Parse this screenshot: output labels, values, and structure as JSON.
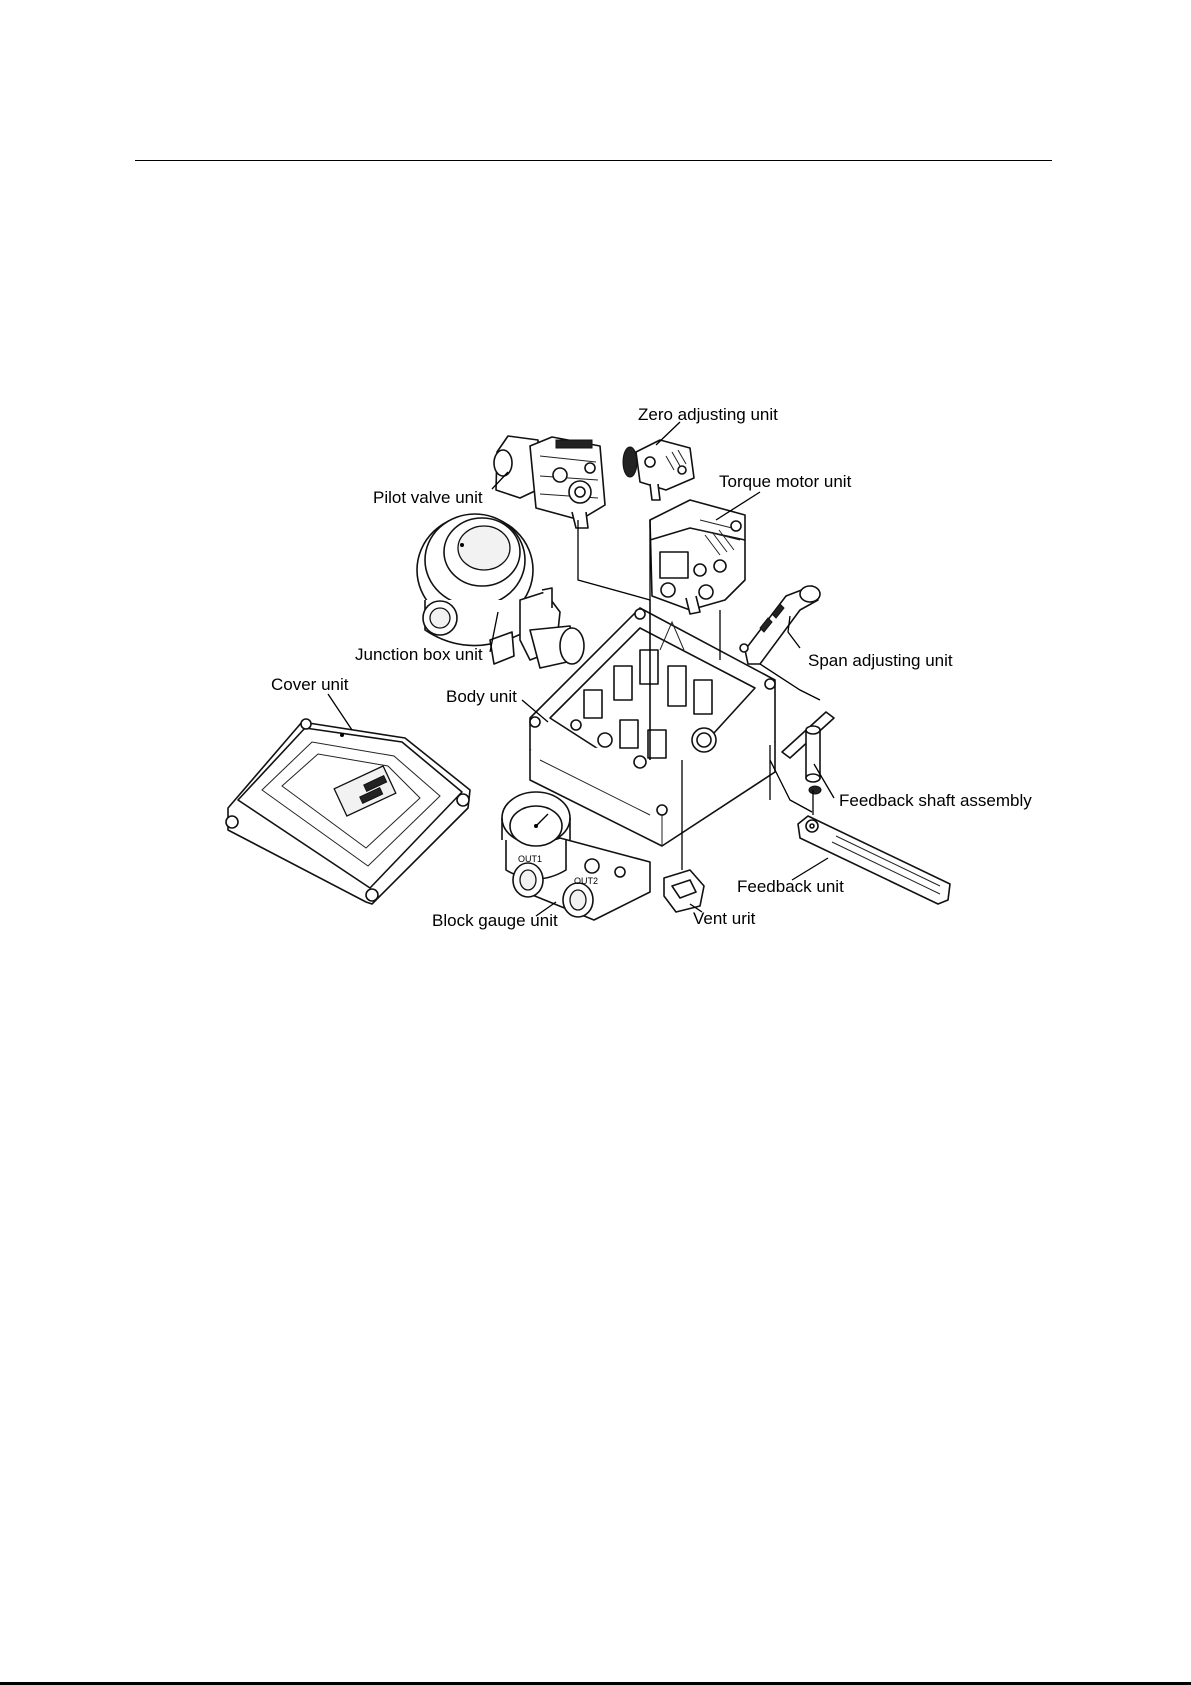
{
  "labels": {
    "zero_adjusting": "Zero adjusting unit",
    "pilot_valve": "Pilot valve unit",
    "torque_motor": "Torque motor unit",
    "junction_box": "Junction box unit",
    "span_adjusting": "Span adjusting unit",
    "cover": "Cover unit",
    "body": "Body unit",
    "feedback_shaft": "Feedback shaft assembly",
    "feedback": "Feedback unit",
    "block_gauge": "Block gauge unit",
    "vent": "Vent urit"
  },
  "markings": {
    "out1": "OUT1",
    "out2": "OUT2"
  }
}
